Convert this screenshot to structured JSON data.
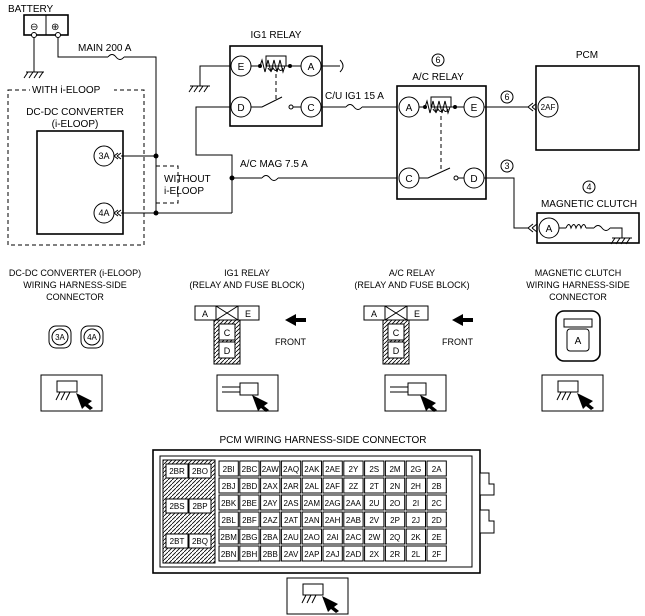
{
  "labels": {
    "battery": "BATTERY",
    "battery_neg": "⊖",
    "battery_pos": "⊕",
    "main_fuse": "MAIN 200 A",
    "with_ieloop": "WITH i-ELOOP",
    "dcdc_l1": "DC-DC CONVERTER",
    "dcdc_l2": "(i-ELOOP)",
    "without_l1": "WITHOUT",
    "without_l2": "i-ELOOP",
    "ig1_relay": "IG1 RELAY",
    "cu_ig1": "C/U IG1 15 A",
    "ac_mag": "A/C MAG 7.5 A",
    "ac_relay": "A/C RELAY",
    "pcm": "PCM",
    "magnetic_clutch": "MAGNETIC CLUTCH"
  },
  "terminals": {
    "dcdc_3a": "3A",
    "dcdc_4a": "4A",
    "ig1_e": "E",
    "ig1_a": "A",
    "ig1_d": "D",
    "ig1_c": "C",
    "acr_a": "A",
    "acr_e": "E",
    "acr_c": "C",
    "acr_d": "D",
    "pcm_2af": "2AF",
    "mc_a": "A"
  },
  "circle_marks": {
    "m6_top": "6",
    "m6_wire": "6",
    "m3": "3",
    "m4": "4"
  },
  "connectors": {
    "dcdc": {
      "line1": "DC-DC CONVERTER (i-ELOOP)",
      "line2": "WIRING HARNESS-SIDE",
      "line3": "CONNECTOR",
      "pins": [
        "3A",
        "4A"
      ]
    },
    "ig1": {
      "line1": "IG1 RELAY",
      "line2": "(RELAY AND FUSE BLOCK)",
      "pins": [
        "A",
        "E",
        "C",
        "D"
      ],
      "front": "FRONT"
    },
    "acr": {
      "line1": "A/C RELAY",
      "line2": "(RELAY AND FUSE BLOCK)",
      "pins": [
        "A",
        "E",
        "C",
        "D"
      ],
      "front": "FRONT"
    },
    "mc": {
      "line1": "MAGNETIC CLUTCH",
      "line2": "WIRING HARNESS-SIDE",
      "line3": "CONNECTOR",
      "pin": "A"
    }
  },
  "pcm_connector": {
    "title": "PCM WIRING HARNESS-SIDE CONNECTOR",
    "left_pins": [
      "2BR",
      "2BO",
      "2BS",
      "2BP",
      "2BT",
      "2BQ"
    ],
    "grid": [
      [
        "2BI",
        "2BC",
        "2AW",
        "2AQ",
        "2AK",
        "2AE",
        "2Y",
        "2S",
        "2M",
        "2G",
        "2A"
      ],
      [
        "2BJ",
        "2BD",
        "2AX",
        "2AR",
        "2AL",
        "2AF",
        "2Z",
        "2T",
        "2N",
        "2H",
        "2B"
      ],
      [
        "2BK",
        "2BE",
        "2AY",
        "2AS",
        "2AM",
        "2AG",
        "2AA",
        "2U",
        "2O",
        "2I",
        "2C"
      ],
      [
        "2BL",
        "2BF",
        "2AZ",
        "2AT",
        "2AN",
        "2AH",
        "2AB",
        "2V",
        "2P",
        "2J",
        "2D"
      ],
      [
        "2BM",
        "2BG",
        "2BA",
        "2AU",
        "2AO",
        "2AI",
        "2AC",
        "2W",
        "2Q",
        "2K",
        "2E"
      ],
      [
        "2BN",
        "2BH",
        "2BB",
        "2AV",
        "2AP",
        "2AJ",
        "2AD",
        "2X",
        "2R",
        "2L",
        "2F"
      ]
    ]
  }
}
